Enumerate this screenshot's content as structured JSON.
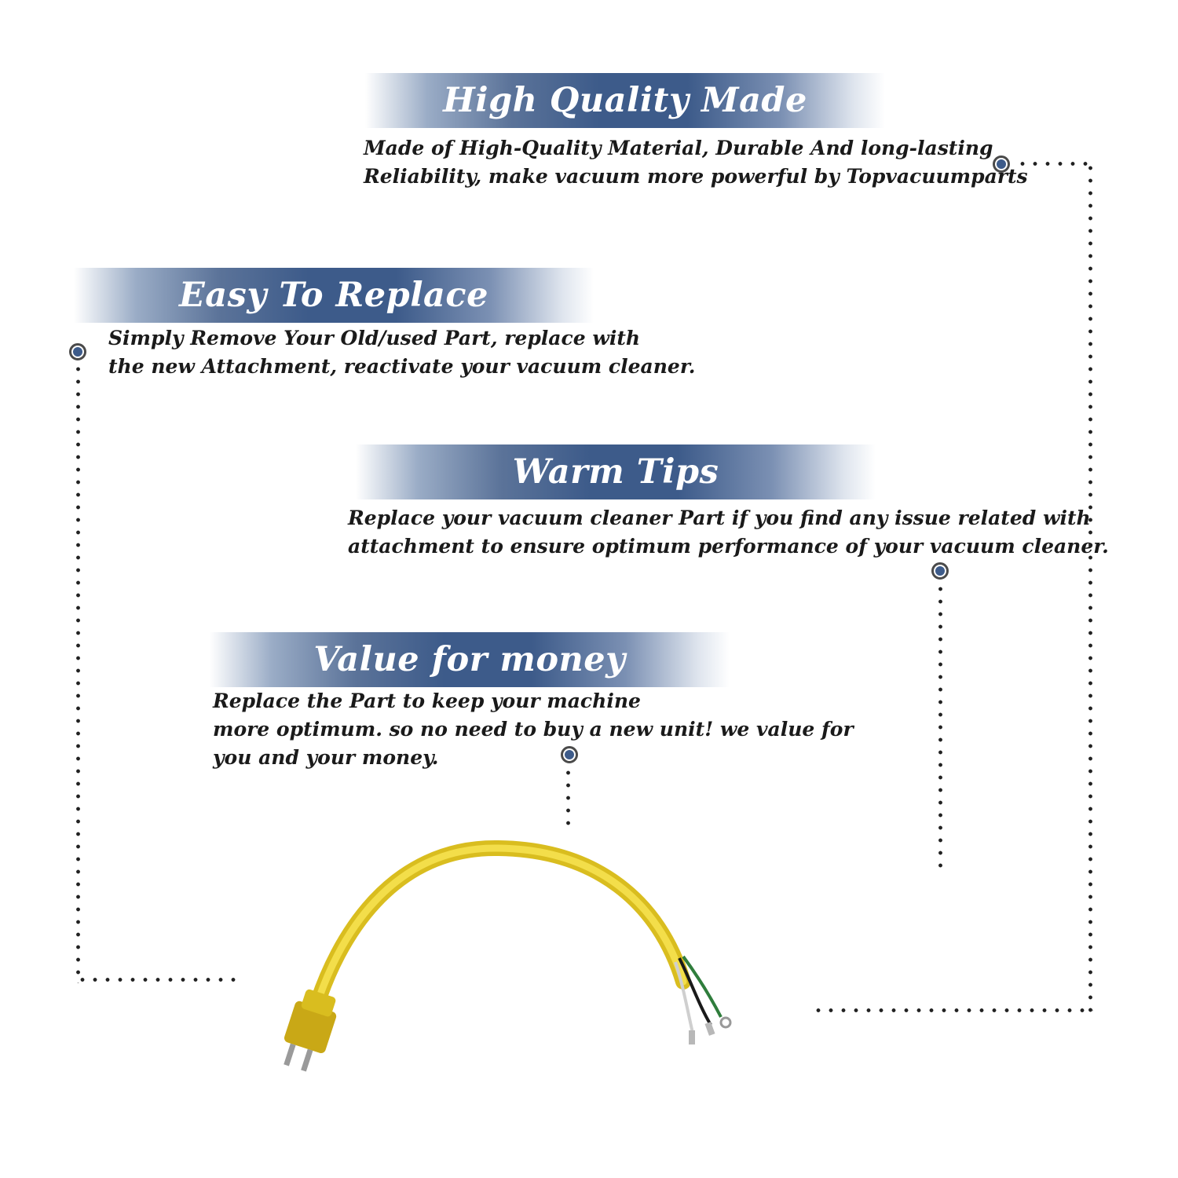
{
  "sections": [
    {
      "title": "High Quality Made",
      "lines": [
        "Made of  High-Quality Material, Durable And long-lasting",
        "Reliability, make vacuum more powerful by Topvacuumparts"
      ]
    },
    {
      "title": "Easy To Replace",
      "lines": [
        "Simply Remove Your Old/used Part, replace with",
        "the new Attachment, reactivate your vacuum cleaner."
      ]
    },
    {
      "title": "Warm Tips",
      "lines": [
        "Replace your vacuum cleaner Part if you find any issue related with",
        " attachment to ensure optimum performance of your vacuum cleaner."
      ]
    },
    {
      "title": "Value for money",
      "lines": [
        "Replace the Part to keep your machine",
        "more optimum. so no need to buy a new unit! we value for",
        "you and your money."
      ]
    }
  ],
  "product": {
    "icon": "power-cord-with-plug",
    "cord_color": "#e8cf2a"
  },
  "colors": {
    "banner": "#3d5b8a",
    "marker": "#3d5b8a",
    "text": "#1a1a1a"
  }
}
